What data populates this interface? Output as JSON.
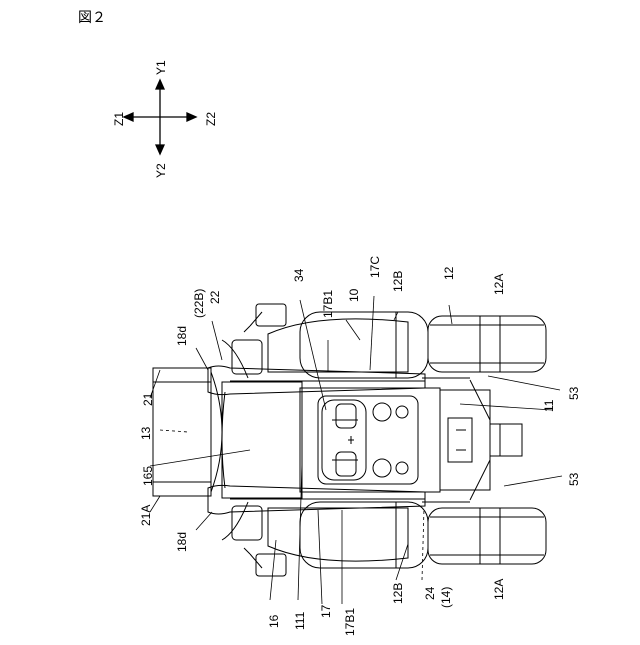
{
  "figure_label": "図２",
  "axes": {
    "up": "Y1",
    "down": "Y2",
    "left": "Z1",
    "right": "Z2"
  },
  "labels": {
    "l_22b": "(22B)",
    "l_22": "22",
    "l_18d_top": "18d",
    "l_21": "21",
    "l_13": "13",
    "l_165": "165",
    "l_21a": "21A",
    "l_18d_bottom": "18d",
    "l_16": "16",
    "l_111": "111",
    "l_17": "17",
    "l_17b1_bottom": "17B1",
    "l_12b_bottom": "12B",
    "l_24": "24",
    "l_14": "(14)",
    "l_12a_bottom": "12A",
    "l_53_bottom": "53",
    "l_11": "11",
    "l_53_top": "53",
    "l_12a_top": "12A",
    "l_12": "12",
    "l_12b_top": "12B",
    "l_10": "10",
    "l_17c": "17C",
    "l_17b1_top": "17B1",
    "l_34": "34"
  }
}
